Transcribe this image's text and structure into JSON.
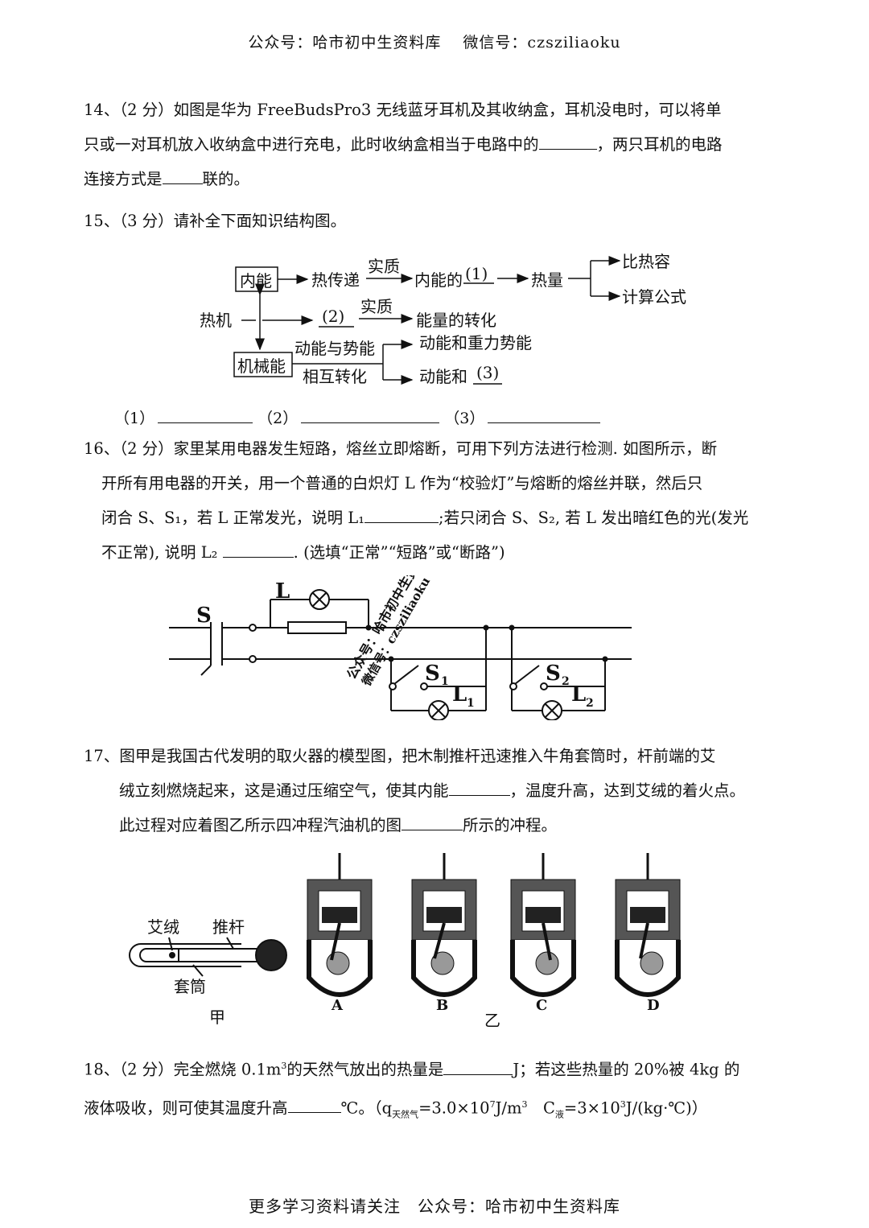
{
  "header": {
    "text": "公众号：哈市初中生资料库　 微信号：czsziliaoku"
  },
  "q14": {
    "line1": "14、（2 分）如图是华为 FreeBudsPro3 无线蓝牙耳机及其收纳盒，耳机没电时，可以将单",
    "line2a": "只或一对耳机放入收纳盒中进行充电，此时收纳盒相当于电路中的",
    "line2b": "，两只耳机的电路",
    "line3a": "连接方式是",
    "line3b": "联的。"
  },
  "q15": {
    "title": "15、（3 分）请补全下面知识结构图。",
    "diagram": {
      "neineng": "内能",
      "rechuandi": "热传递",
      "shizhi": "实质",
      "neinengde": "内能的",
      "blank1": "(1)",
      "reliang": "热量",
      "bireron": "比热容",
      "jisuangongshi": "计算公式",
      "reji": "热机",
      "blank2": "(2)",
      "shizhi2": "实质",
      "nengliangzhuanhua": "能量的转化",
      "jixieneng": "机械能",
      "dongnengyushineng": "动能与势能",
      "xianghuzhuanhua": "相互转化",
      "dongnenghezhongli": "动能和重力势能",
      "dongnenghe": "动能和",
      "blank3": "(3)"
    },
    "fill": {
      "l1": "（1）",
      "l2": "（2）",
      "l3": "（3）"
    }
  },
  "q16": {
    "line1": "16、（2 分）家里某用电器发生短路，熔丝立即熔断，可用下列方法进行检测. 如图所示，断",
    "line2": "开所有用电器的开关，用一个普通的白炽灯 L 作为“校验灯”与熔断的熔丝并联，然后只",
    "line3a": "闭合 S、S₁，若 L 正常发光，说明 L₁",
    "line3b": ";若只闭合 S、S₂, 若 L 发出暗红色的光(发光",
    "line4a": "不正常), 说明 L₂ ",
    "line4b": ". (选填“正常”“短路”或“断路”)",
    "circuit": {
      "S": "S",
      "L": "L",
      "S1": "S",
      "S1sub": "1",
      "L1": "L",
      "L1sub": "1",
      "S2": "S",
      "S2sub": "2",
      "L2": "L",
      "L2sub": "2"
    },
    "watermark": {
      "line1": "公众号：哈市初中生资料库",
      "line2": "微信号：czsziliaoku"
    }
  },
  "q17": {
    "line1": "17、图甲是我国古代发明的取火器的模型图，把木制推杆迅速推入牛角套筒时，杆前端的艾",
    "line2a": "绒立刻燃烧起来，这是通过压缩空气，使其内能",
    "line2b": "，温度升高，达到艾绒的着火点。",
    "line3a": "此过程对应着图乙所示四冲程汽油机的图",
    "line3b": "所示的冲程。",
    "fig": {
      "airong": "艾绒",
      "tuigan": "推杆",
      "taotong": "套筒",
      "jia": "甲",
      "yi": "乙",
      "A": "A",
      "B": "B",
      "C": "C",
      "D": "D"
    }
  },
  "q18": {
    "line1a": "18、（2 分）完全燃烧 0.1m",
    "sup3": "3",
    "line1b": "的天然气放出的热量是",
    "line1c": "J；若这些热量的 20%被 4kg 的",
    "line2a": "液体吸收，则可使其温度升高",
    "line2b": "℃。（q",
    "qsub": "天然气",
    "line2c": "=3.0×10",
    "sup7": "7",
    "line2d": "J/m",
    "sup3b": "3",
    "line2e": "　C",
    "csub": "液",
    "line2f": "=3×10",
    "sup3c": "3",
    "line2g": "J/(kg·℃)）"
  },
  "footer": {
    "text": "更多学习资料请关注　公众号：哈市初中生资料库"
  }
}
